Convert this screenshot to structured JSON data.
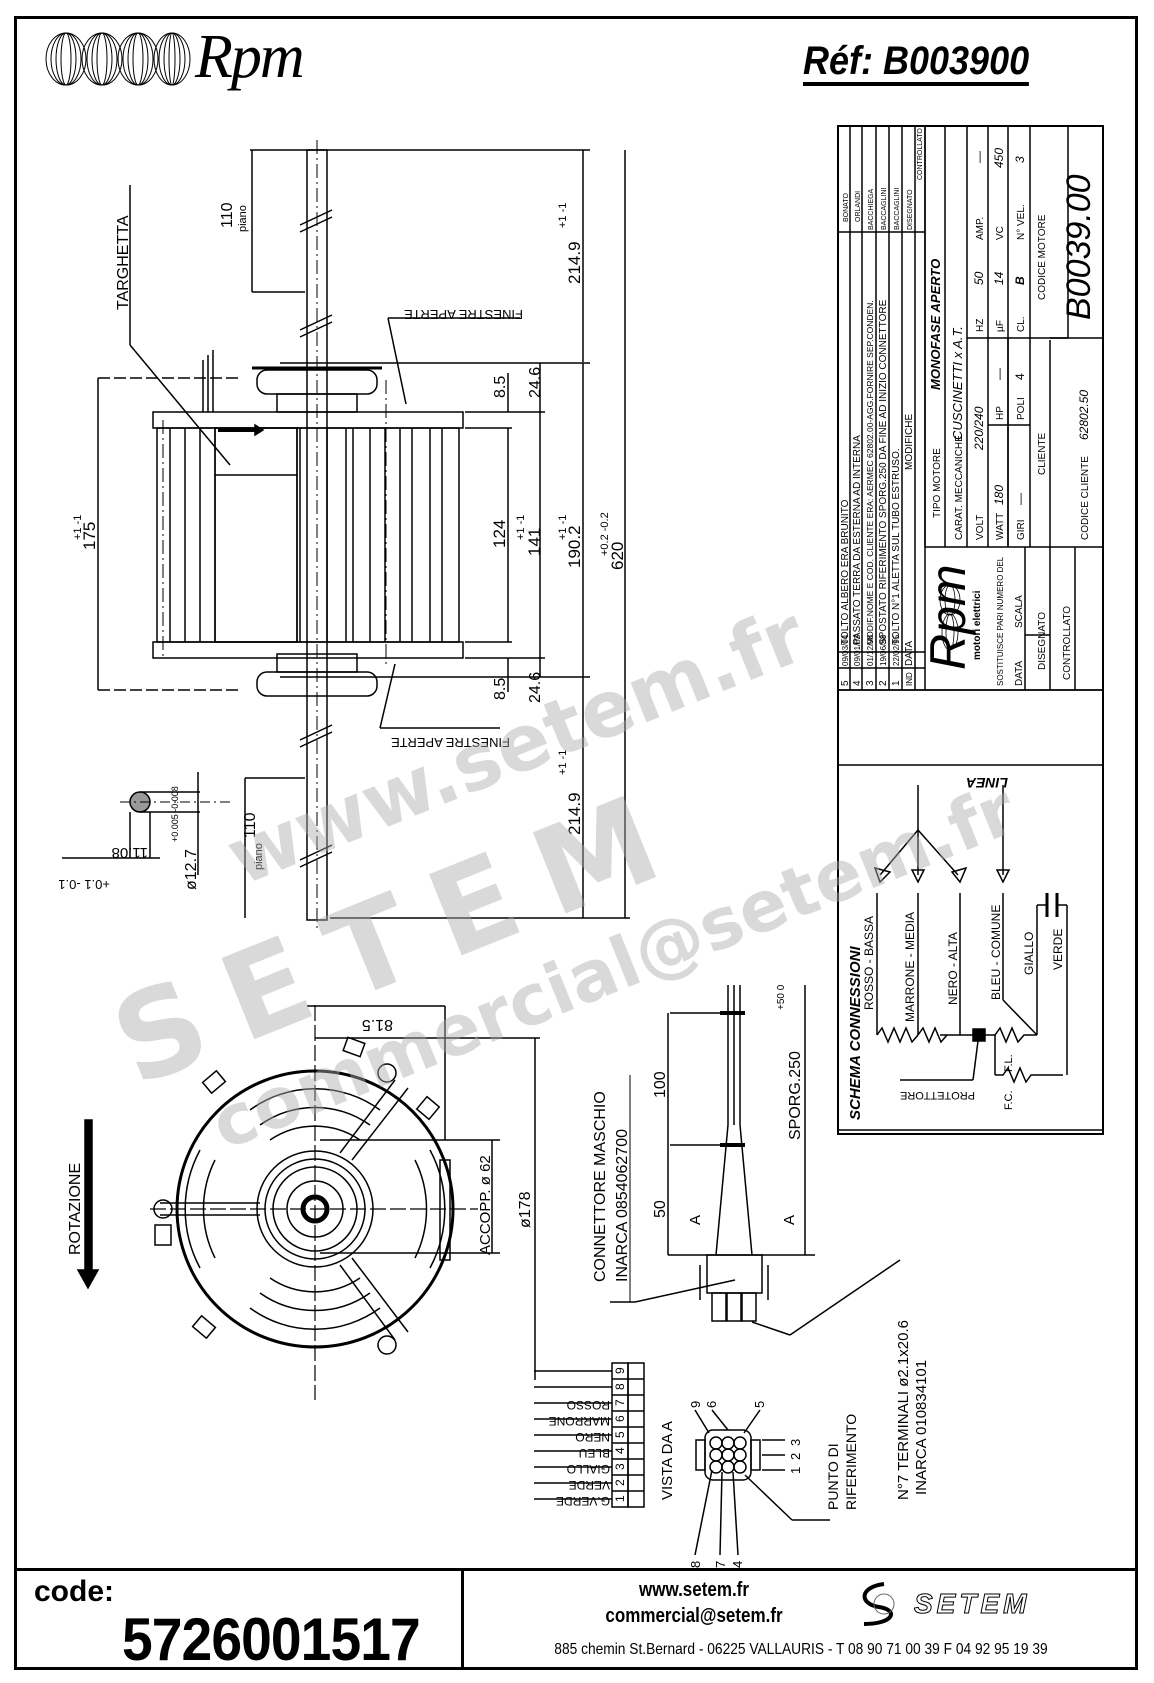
{
  "header": {
    "brand": "Rpm",
    "reference": "Réf:  B003900"
  },
  "side_view": {
    "label_nameplate": "TARGHETTA",
    "label_open_windows_top": "FINESTRE APERTE",
    "label_open_windows_bottom": "FINESTRE APERTE",
    "dim_shaft_flat_top": "110",
    "dim_shaft_flat_top_note": "piano",
    "dim_shaft_flat_bottom": "110",
    "dim_shaft_flat_bottom_note": "piano",
    "dim_shaft_top": "214.9",
    "dim_shaft_top_tol": "+1 -1",
    "dim_shaft_bottom": "214.9",
    "dim_shaft_bottom_tol": "+1 -1",
    "dim_body_height": "175",
    "dim_body_height_tol": "+1 -1",
    "dim_core": "124",
    "dim_flange_top": "8.5",
    "dim_flange_bottom": "8.5",
    "dim_hub_top": "24.6",
    "dim_hub_bottom": "24.6",
    "dim_141": "141",
    "dim_141_tol": "+1 -1",
    "dim_190": "190.2",
    "dim_190_tol": "+1 -1",
    "dim_total": "620",
    "dim_total_tol": "+0.2 -0.2",
    "shaft_diameter": "ø12.7",
    "shaft_diameter_tol": "+0.005 -0.008",
    "shaft_flat": "11.08",
    "shaft_flat_tol": "+0.1 -0.1"
  },
  "front_view": {
    "rotation_label": "ROTAZIONE",
    "dim_offset": "81.5",
    "dim_coupling": "ACCOPP. ø 62",
    "dim_diameter": "ø178"
  },
  "connector": {
    "label_line1": "CONNETTORE MASCHIO",
    "label_line2": "INARCA 0854062700",
    "dim_100": "100",
    "dim_50": "50",
    "section_a": "A",
    "lead_length": "SPORG.250",
    "lead_length_tol": "+50 0",
    "terminals_line1": "N°7 TERMINALI ø2.1x20.6",
    "terminals_line2": "INARCA 010834101",
    "view_label": "VISTA DA A",
    "reference_point_line1": "PUNTO DI",
    "reference_point_line2": "RIFERIMENTO",
    "pin_numbers_top": [
      "9",
      "6",
      "5"
    ],
    "pin_numbers_bottom": [
      "8",
      "7",
      "4"
    ],
    "pin_numbers_side": [
      "1",
      "2",
      "3"
    ]
  },
  "pin_table": {
    "numbers": [
      "1",
      "2",
      "3",
      "4",
      "5",
      "6",
      "7",
      "8",
      "9"
    ],
    "wires": [
      "G.VERDE",
      "VERDE",
      "GIALLO",
      "BLEU",
      "NERO",
      "MARRONE",
      "ROSSO",
      "",
      ""
    ]
  },
  "wiring_schema": {
    "title": "SCHEMA CONNESSIONI",
    "line_label": "LINEA",
    "leads": [
      "ROSSO - BASSA",
      "MARRONE - MEDIA",
      "NERO - ALTA",
      "BLEU - COMUNE",
      "GIALLO",
      "VERDE"
    ],
    "protector": "PROTETTORE",
    "fl": "F.L.",
    "fc": "F.C."
  },
  "title_block": {
    "revisions": [
      {
        "ind": "5",
        "date": "09/03/04",
        "text": "TOLTO ALBERO ERA BRUNITO",
        "drawn": "BONATO"
      },
      {
        "ind": "4",
        "date": "09/01/03",
        "text": "PASSATO TERRA DA ESTERNA AD INTERNA",
        "drawn": "ORLANDI"
      },
      {
        "ind": "3",
        "date": "01/12/98",
        "text": "MODIF.NOME E COD. CLIENTE ERA: AERMEC 62802.00-AGG.FORNIRE SEP.CONDEN.",
        "drawn": "BACCHIEGA"
      },
      {
        "ind": "2",
        "date": "19/06/98",
        "text": "SPOSTATO RIFERIMENTO SPORG.250 DA FINE AD INIZIO CONNETTORE",
        "drawn": "BACCAGLINI"
      },
      {
        "ind": "1",
        "date": "22/02/95",
        "text": "TOLTO N°1 ALETTA SUL TUBO ESTRUSO.",
        "drawn": "BACCAGLINI"
      }
    ],
    "rev_header": {
      "ind": "IND",
      "date": "DATA",
      "text": "MODIFICHE",
      "drawn": "DISEGNATO",
      "checked": "CONTROLLATO"
    },
    "company_brand": "Rpm",
    "company_sub": "motori elettrici",
    "replaces": "SOSTITUISCE PARI NUMERO DEL",
    "data_label": "DATA",
    "scale_label": "SCALA",
    "drawn_label": "DISEGNATO",
    "checked_label": "CONTROLLATO",
    "motor_type_label": "TIPO MOTORE",
    "motor_type_value": "MONOFASE APERTO",
    "mech_label": "CARAT. MECCANICHE",
    "mech_value": "CUSCINETTI x A.T.",
    "volt_label": "VOLT",
    "volt_value": "220/240",
    "hz_label": "HZ",
    "hz_value": "50",
    "amp_label": "AMP.",
    "amp_value": "—",
    "watt_label": "WATT",
    "watt_value": "180",
    "hp_label": "HP",
    "hp_value": "—",
    "uf_label": "µF",
    "uf_value": "14",
    "vc_label": "VC",
    "vc_value": "450",
    "giri_label": "GIRI",
    "giri_value": "—",
    "poli_label": "POLI",
    "poli_value": "4",
    "cl_label": "CL.",
    "cl_value": "B",
    "vel_label": "N° VEL.",
    "vel_value": "3",
    "client_label": "CLIENTE",
    "client_code_label": "CODICE CLIENTE",
    "client_code_value": "62802.50",
    "motor_code_label": "CODICE MOTORE",
    "motor_code_value": "B0039.00"
  },
  "watermark": {
    "line1": "www.setem.fr",
    "line2": "SETEM",
    "line3": "commercial@setem.fr"
  },
  "footer": {
    "code_label": "code:",
    "code_value": "5726001517",
    "website": "www.setem.fr",
    "email": "commercial@setem.fr",
    "company": "SETEM",
    "address": "885 chemin St.Bernard  -  06225 VALLAURIS  -  T 08 90 71 00 39   F 04 92 95 19 39"
  }
}
